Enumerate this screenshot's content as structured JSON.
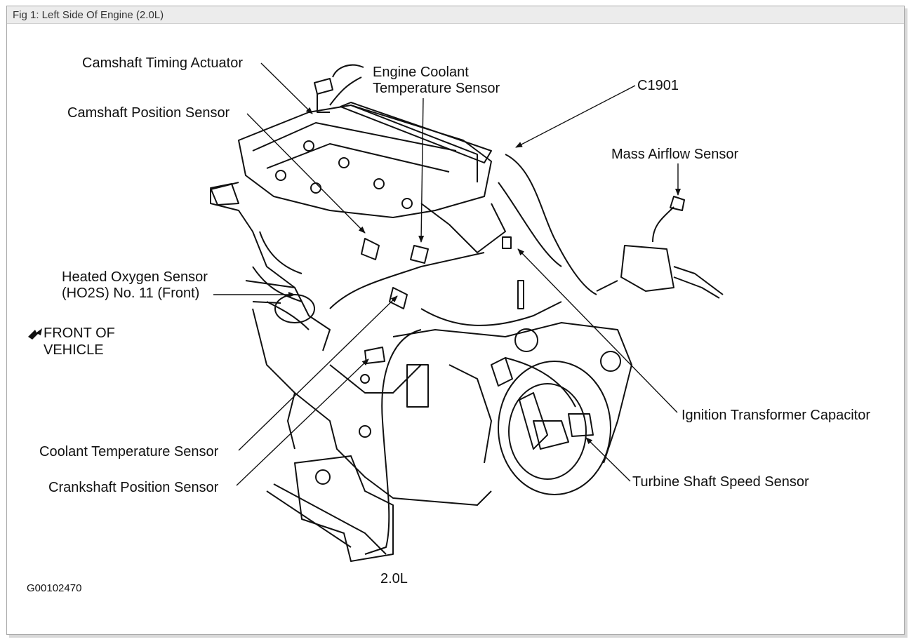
{
  "window": {
    "title": "Fig 1: Left Side Of Engine (2.0L)"
  },
  "labels": {
    "camshaft_timing_actuator": "Camshaft Timing Actuator",
    "camshaft_position_sensor": "Camshaft Position Sensor",
    "ect_line1": "Engine Coolant",
    "ect_line2": "Temperature Sensor",
    "c1901": "C1901",
    "mass_airflow_sensor": "Mass Airflow Sensor",
    "ho2s_line1": "Heated Oxygen Sensor",
    "ho2s_line2": "(HO2S) No. 11 (Front)",
    "front_line1": "FRONT OF",
    "front_line2": "VEHICLE",
    "ignition_transformer_capacitor": "Ignition Transformer Capacitor",
    "coolant_temperature_sensor": "Coolant Temperature Sensor",
    "crankshaft_position_sensor": "Crankshaft Position Sensor",
    "turbine_shaft_speed_sensor": "Turbine Shaft Speed Sensor",
    "engine_size": "2.0L",
    "figure_code": "G00102470"
  },
  "icons": {
    "front_arrow": "arrow-icon"
  },
  "colors": {
    "line": "#111111",
    "titlebar": "#ececec",
    "frame_border": "#a9a9a9"
  }
}
